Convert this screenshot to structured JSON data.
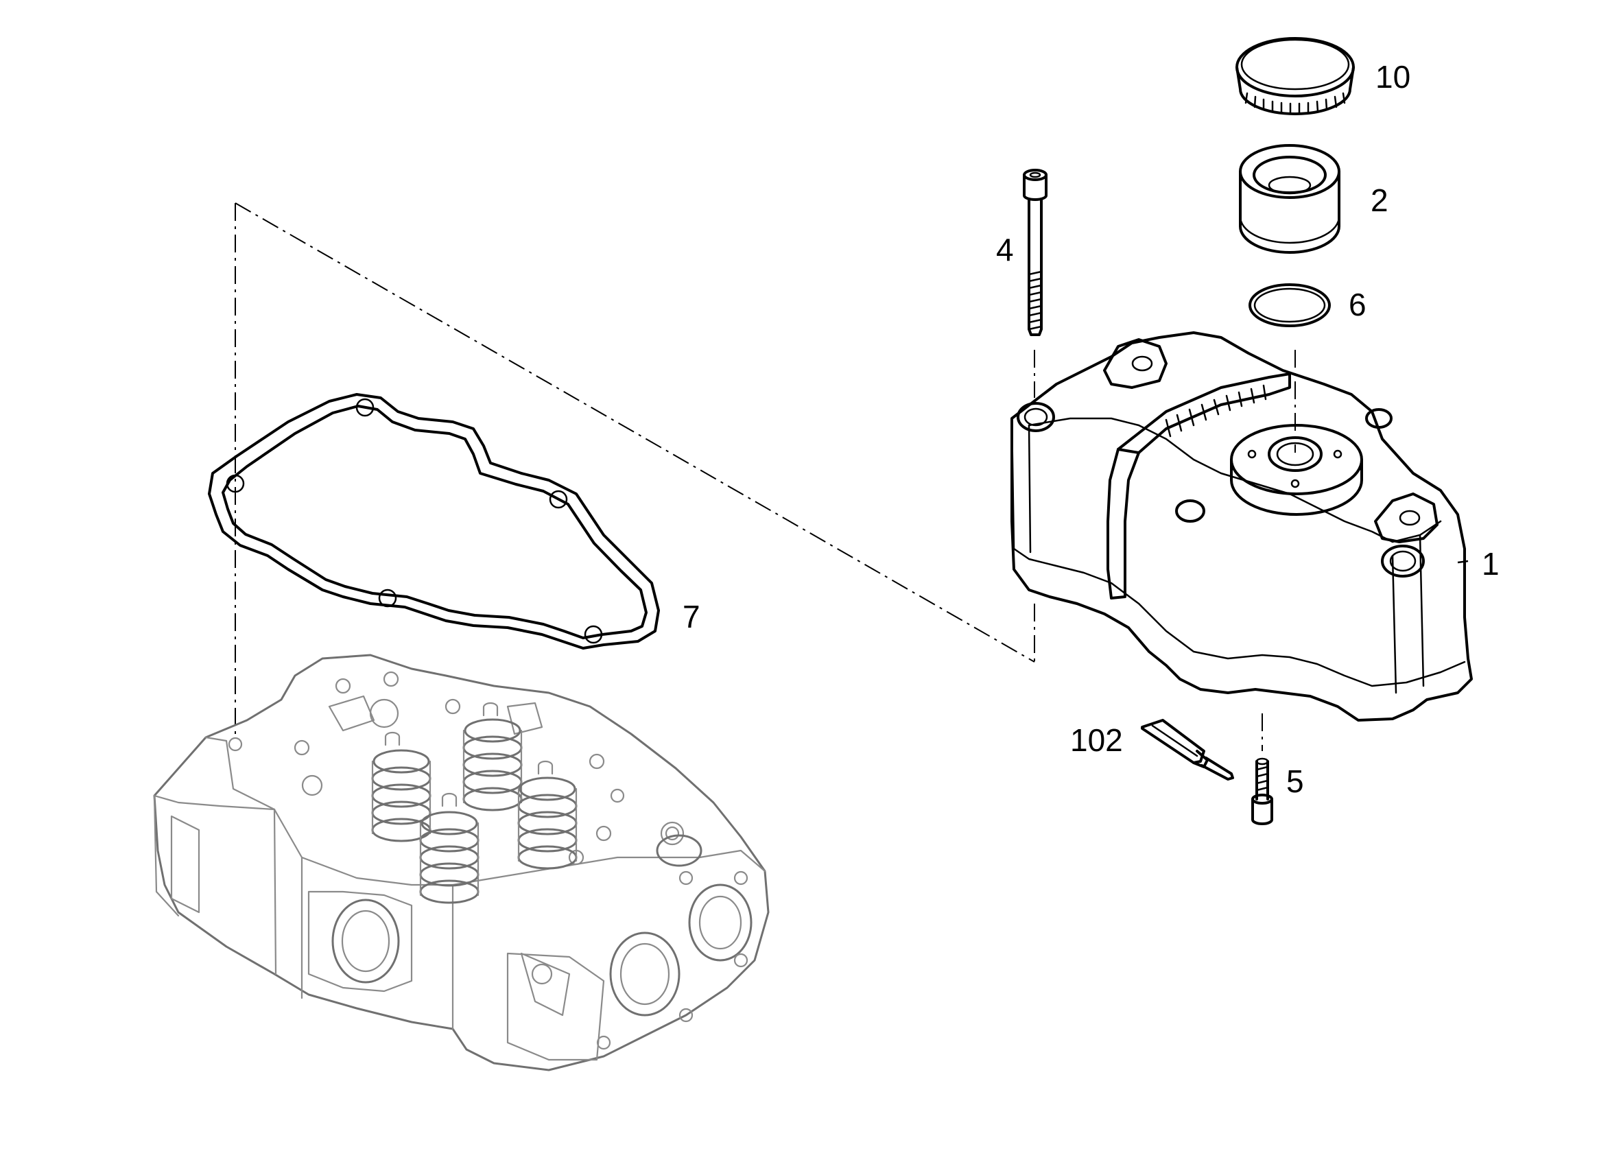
{
  "diagram": {
    "callouts": [
      {
        "id": "p10",
        "label": "10"
      },
      {
        "id": "p2",
        "label": "2"
      },
      {
        "id": "p4",
        "label": "4"
      },
      {
        "id": "p6",
        "label": "6"
      },
      {
        "id": "p1",
        "label": "1"
      },
      {
        "id": "p7",
        "label": "7"
      },
      {
        "id": "p102",
        "label": "102"
      },
      {
        "id": "p5",
        "label": "5"
      }
    ],
    "colors": {
      "ink": "#000000",
      "ghost": "#8a8a8a",
      "background": "#ffffff"
    }
  }
}
